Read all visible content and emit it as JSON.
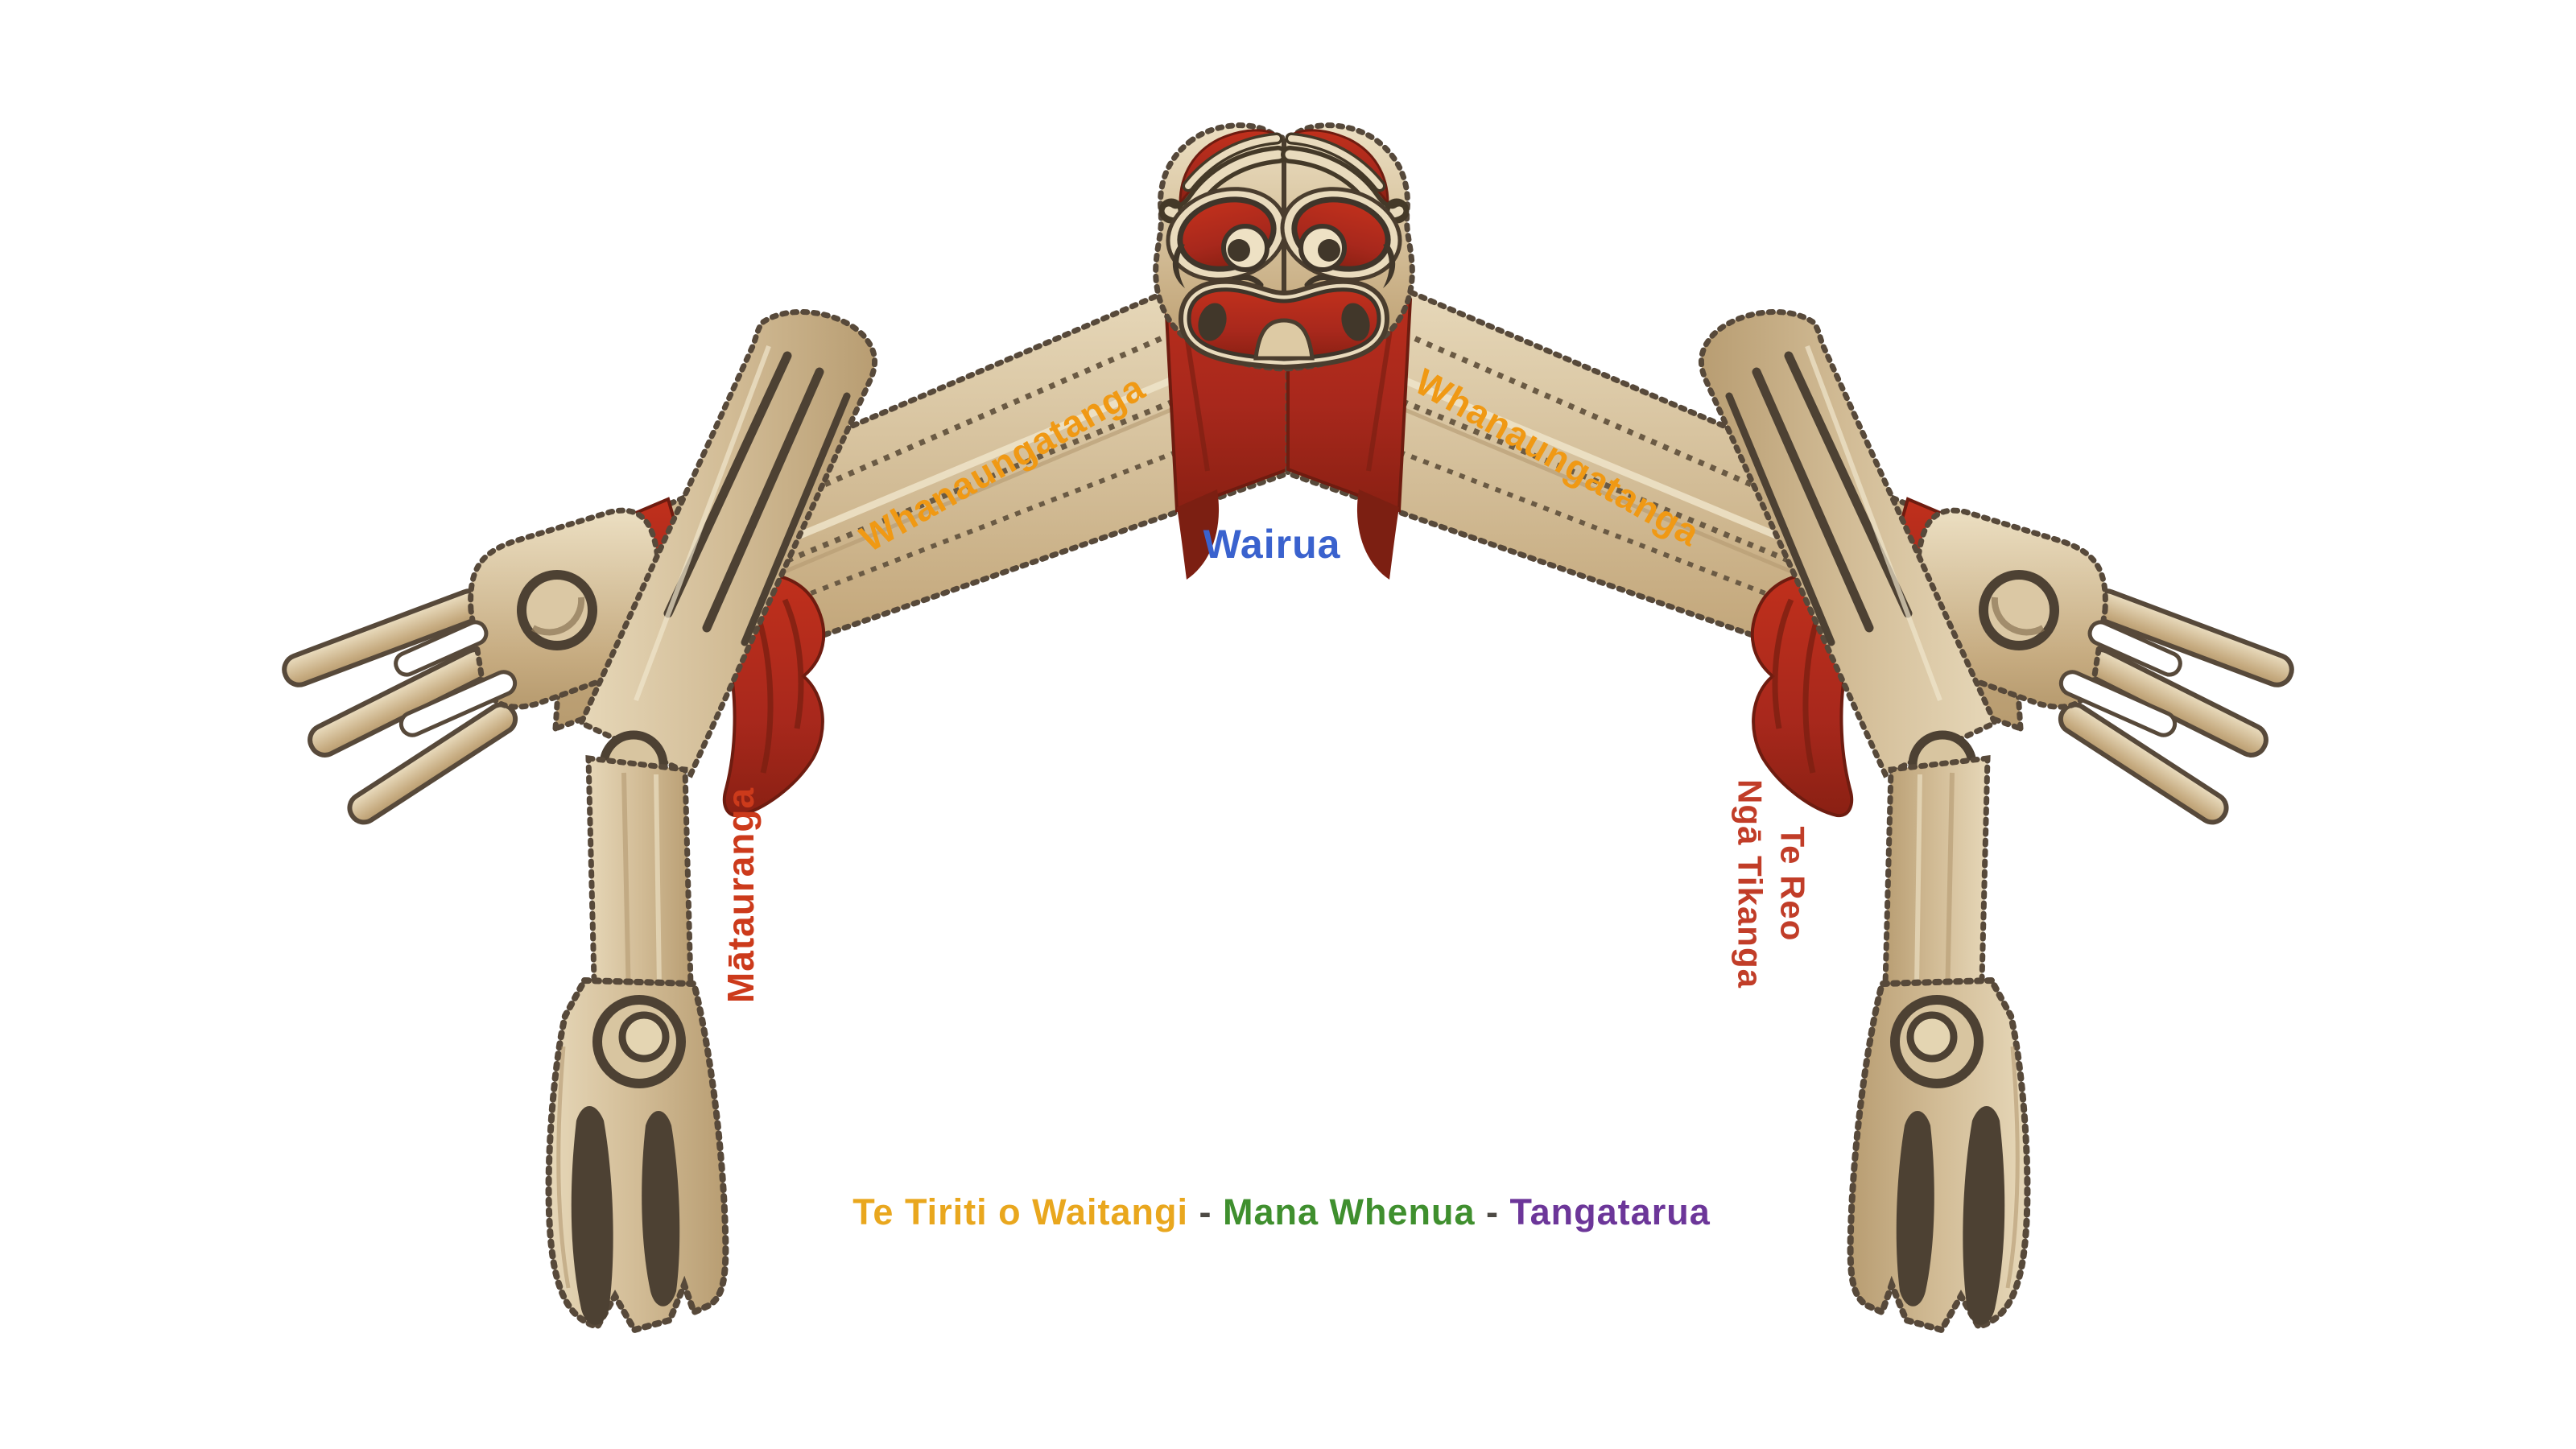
{
  "labels": {
    "whanaungatanga_left": {
      "text": "Whanaungatanga",
      "color": "#F09914"
    },
    "whanaungatanga_right": {
      "text": "Whanaungatanga",
      "color": "#F09914"
    },
    "wairua": {
      "text": "Wairua",
      "color": "#3A62CE"
    },
    "matauranga": {
      "text": "Mātauranga",
      "color": "#CC3A1B"
    },
    "te_reo_nga_tikanga": {
      "line1": "Te Reo",
      "line2": "Ngā Tikanga",
      "color": "#C13D28"
    }
  },
  "bottom_line": {
    "segments": [
      {
        "text": "Te Tiriti o Waitangi",
        "color": "#E9A71E"
      },
      {
        "text": " - ",
        "color": "#4D4A44"
      },
      {
        "text": "Mana Whenua",
        "color": "#3F8F2E"
      },
      {
        "text": " - ",
        "color": "#4D4A44"
      },
      {
        "text": "Tangatarua",
        "color": "#6C3699"
      }
    ]
  },
  "illustration": {
    "description": "Hand-drawn carved Māori wharenui gateway: koruru face at apex, two maihi bargeboards with raparapa finger ends, amo posts with carved feet, red painted carving accents",
    "parts": [
      "koruru-face",
      "maihi-bargeboard-left",
      "maihi-bargeboard-right",
      "raparapa-fingers-left",
      "raparapa-fingers-right",
      "amo-post-left",
      "amo-post-right",
      "carved-foot-left",
      "carved-foot-right",
      "red-carving-accent"
    ],
    "colors": {
      "wood_light": "#EADCBE",
      "wood_mid": "#CFB892",
      "wood_dark": "#B09467",
      "outline": "#55483A",
      "groove": "#4D4133",
      "carving_red": "#A8281C",
      "carving_red_dark": "#7C1F12",
      "background": "#FFFFFF"
    }
  }
}
